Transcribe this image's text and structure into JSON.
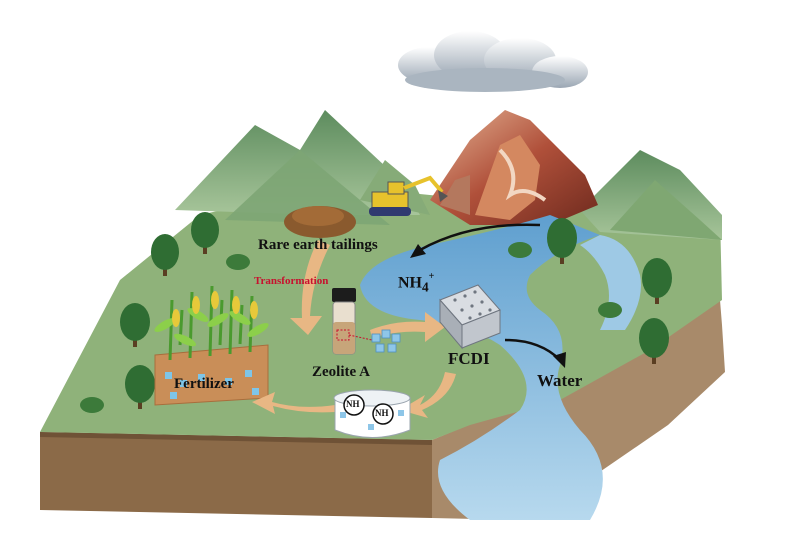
{
  "labels": {
    "rare_earth_tailings": "Rare earth tailings",
    "transformation": "Transformation",
    "zeolite": "Zeolite A",
    "fertilizer": "Fertilizer",
    "fcdi": "FCDI",
    "water": "Water",
    "ammonium": "NH",
    "ammonium_sub": "4",
    "ammonium_sup": "+"
  },
  "colors": {
    "grass": "#8fb27a",
    "soil": "#8b6b4a",
    "river": "#9cc8e3",
    "mountain": "#6e9a6a",
    "arrow": "#e8b784",
    "transformation_text": "#c8102e"
  },
  "icons": [
    "cloud-icon",
    "excavator-icon",
    "tree-icon",
    "corn-plant-icon",
    "vial-icon",
    "fcdi-device-icon",
    "beaker-icon"
  ]
}
